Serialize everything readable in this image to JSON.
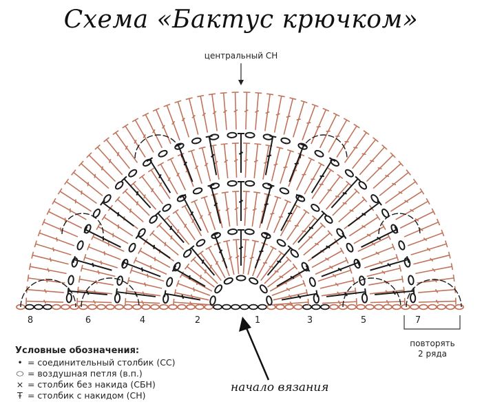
{
  "title": "Схема «Бактус крючком»",
  "center_label": "центральный СН",
  "row_numbers": [
    "8",
    "6",
    "4",
    "2",
    "1",
    "3",
    "5",
    "7"
  ],
  "repeat_note": {
    "line1": "повторять",
    "line2": "2 ряда"
  },
  "start_label": "начало вязания",
  "legend": {
    "heading": "Условные обозначения:",
    "items": [
      {
        "symbol": "•",
        "text": "= соединительный столбик (СС)"
      },
      {
        "symbol": "⬭",
        "text": "= воздушная петля (в.п.)"
      },
      {
        "symbol": "×",
        "text": "= столбик без накида (СБН)"
      },
      {
        "symbol": "Ŧ",
        "text": "= столбик с накидом (СН)"
      }
    ]
  },
  "colors": {
    "black_rows": "#1a1a1a",
    "brown_rows": "#c0735a"
  }
}
